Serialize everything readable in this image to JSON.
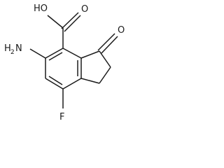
{
  "molecule": {
    "labels": {
      "hydroxyl": "HO",
      "amino_main": "H",
      "amino_sub": "2",
      "amino_n": "N",
      "ketone_oxygen": "O",
      "acid_oxygen": "O",
      "fluorine": "F"
    },
    "colors": {
      "bond": "#1a1a1a",
      "text": "#1a1a1a",
      "background": "#ffffff"
    }
  }
}
